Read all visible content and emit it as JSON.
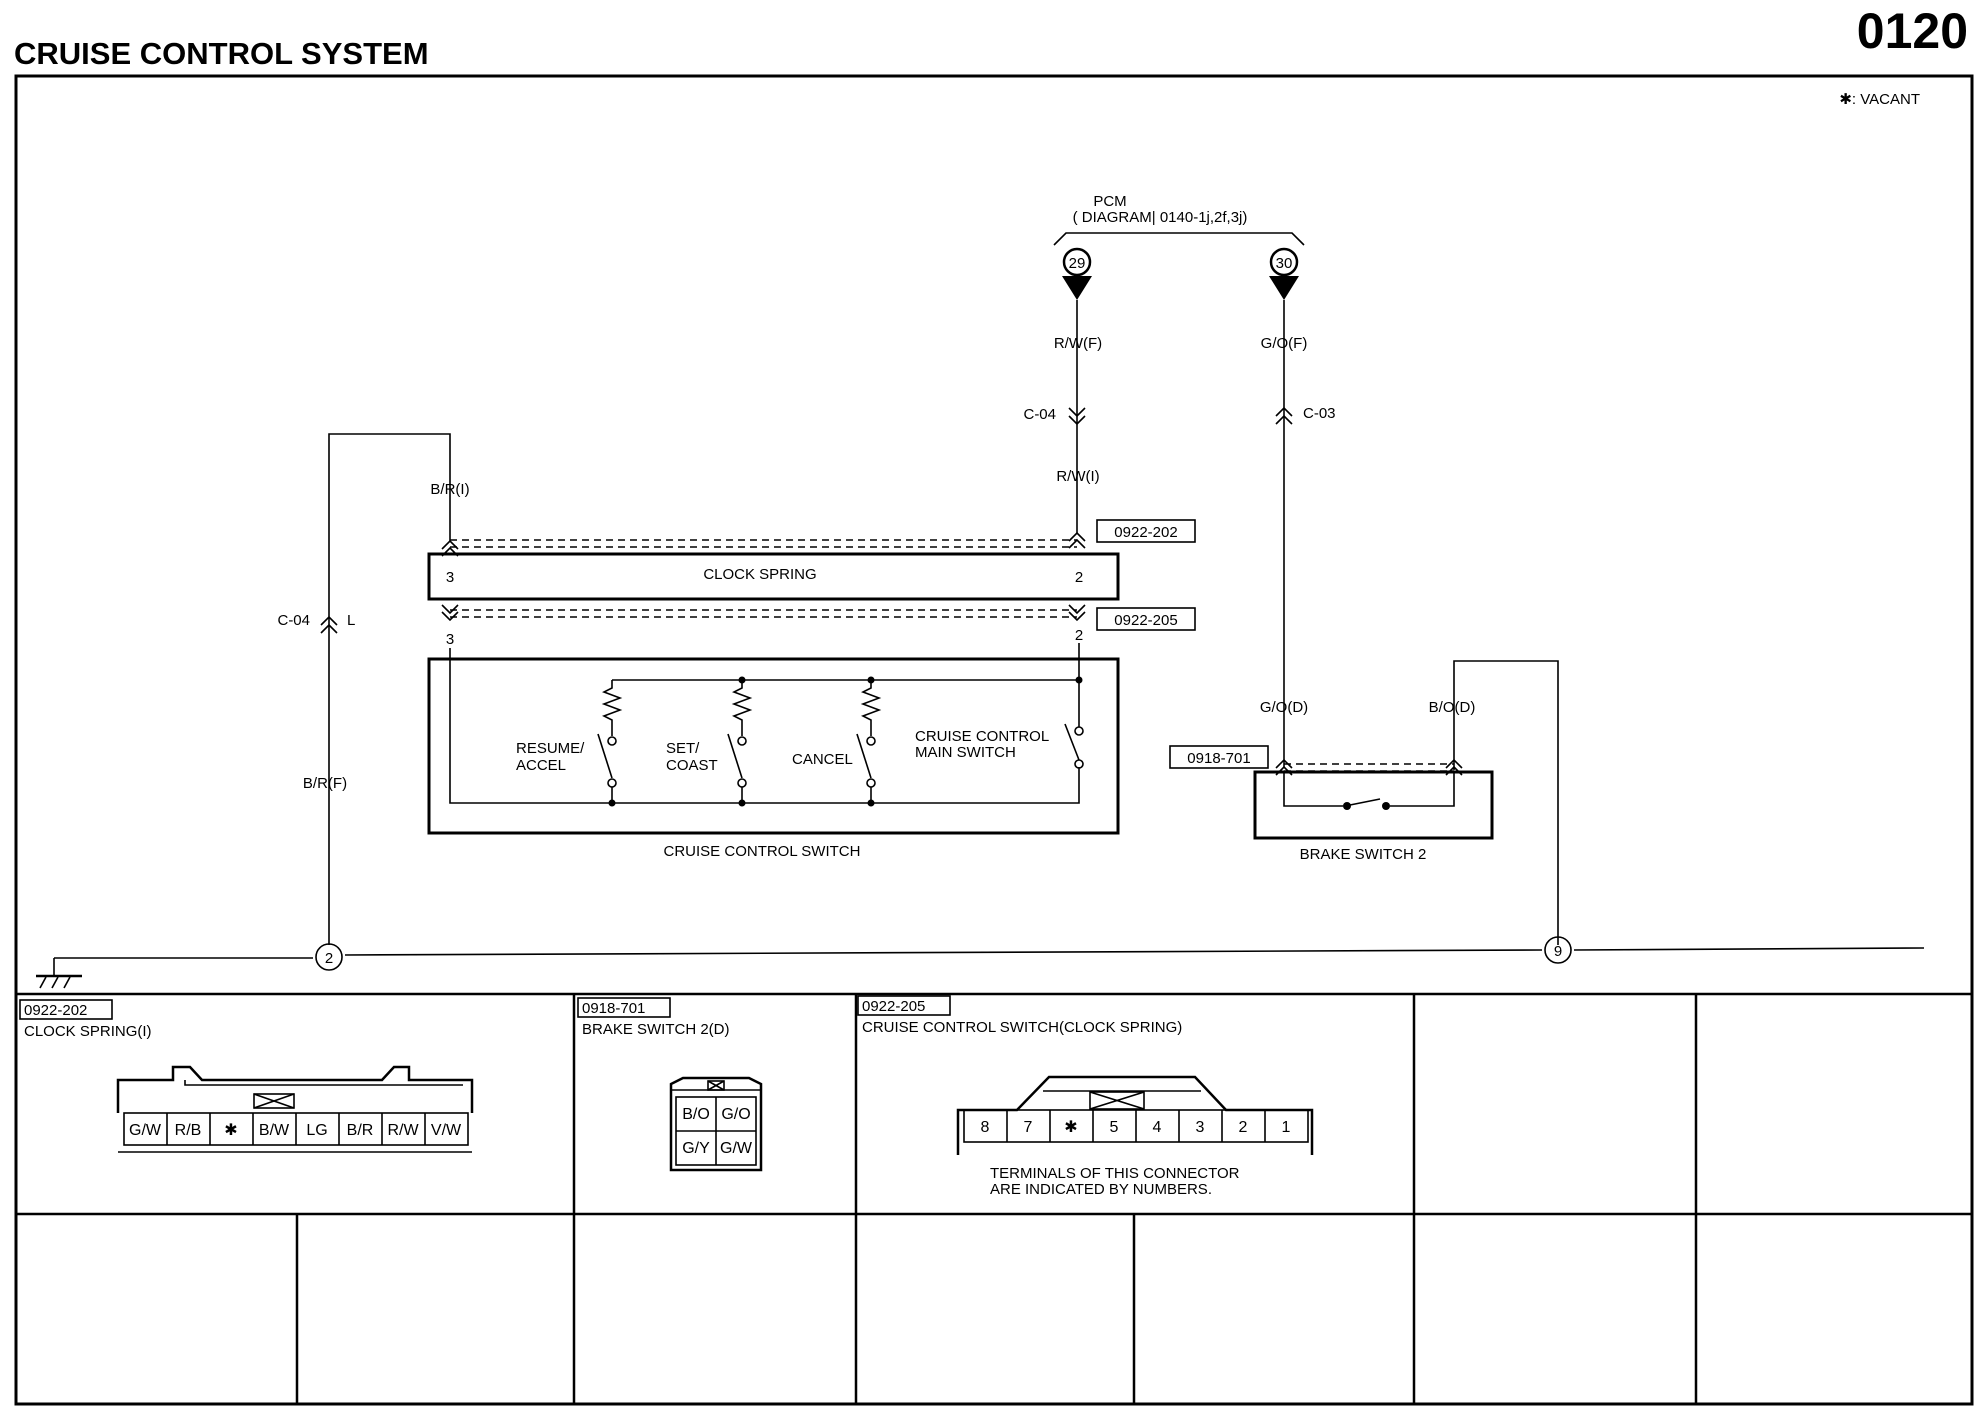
{
  "header": {
    "title": "CRUISE CONTROL SYSTEM",
    "page_number": "0120",
    "note": "✱: VACANT"
  },
  "pcm": {
    "name": "PCM",
    "ref": "( DIAGRAM| 0140-1j,2f,3j)",
    "pins": [
      "29",
      "30"
    ]
  },
  "wires": {
    "rw_f": "R/W(F)",
    "go_f": "G/O(F)",
    "c04_top": "C-04",
    "c03": "C-03",
    "rw_i": "R/W(I)",
    "br_i": "B/R(I)",
    "c04_left": "C-04",
    "l": "L",
    "br_f": "B/R(F)",
    "go_d": "G/O(D)",
    "bo_d": "B/O(D)"
  },
  "connectors": {
    "c_0922_202": "0922-202",
    "c_0922_205": "0922-205",
    "c_0918_701": "0918-701"
  },
  "clock_spring": {
    "label": "CLOCK SPRING",
    "pin_left": "3",
    "pin_right": "2",
    "pin_left_lower": "3",
    "pin_right_lower": "2"
  },
  "cruise_switch": {
    "label": "CRUISE CONTROL SWITCH",
    "resume_line1": "RESUME/",
    "resume_line2": "ACCEL",
    "set_line1": "SET/",
    "set_line2": "COAST",
    "cancel": "CANCEL",
    "main_line1": "CRUISE CONTROL",
    "main_line2": "MAIN SWITCH"
  },
  "brake_switch": {
    "label": "BRAKE SWITCH 2"
  },
  "grounds": [
    "2",
    "9"
  ],
  "connector_table": {
    "clock_spring": {
      "code": "0922-202",
      "name": "CLOCK SPRING(I)",
      "pins": [
        "G/W",
        "R/B",
        "✱",
        "B/W",
        "LG",
        "B/R",
        "R/W",
        "V/W"
      ]
    },
    "brake_switch": {
      "code": "0918-701",
      "name": "BRAKE SWITCH 2(D)",
      "pins": [
        "B/O",
        "G/O",
        "G/Y",
        "G/W"
      ]
    },
    "cruise_switch": {
      "code": "0922-205",
      "name": "CRUISE CONTROL SWITCH(CLOCK SPRING)",
      "pins": [
        "8",
        "7",
        "✱",
        "5",
        "4",
        "3",
        "2",
        "1"
      ],
      "note_line1": "TERMINALS OF THIS CONNECTOR",
      "note_line2": "ARE INDICATED BY NUMBERS."
    }
  }
}
